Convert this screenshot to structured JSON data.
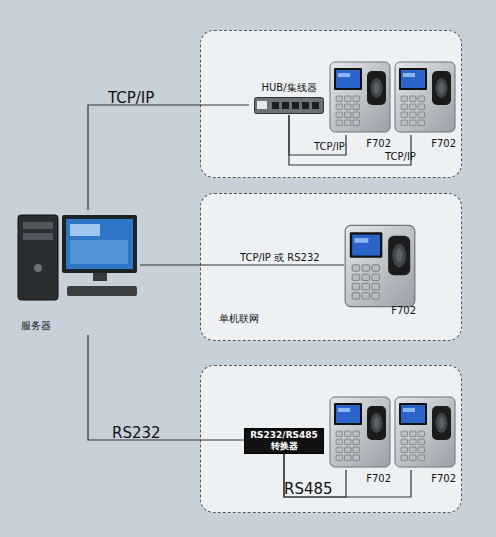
{
  "diagram": {
    "nodes": [
      {
        "text": [
          "服务器"
        ]
      },
      {
        "text": []
      },
      {
        "text": [
          "HUB/集线器"
        ],
        "in": 1
      },
      {
        "text": [
          "F702"
        ],
        "in": 1
      },
      {
        "text": [
          "F702"
        ],
        "in": 1
      },
      {
        "text": [
          "单机联网"
        ]
      },
      {
        "text": [
          "F702"
        ],
        "in": 5
      },
      {
        "text": []
      },
      {
        "text": [
          "RS232/RS485 转换器"
        ],
        "in": 7
      },
      {
        "text": [
          "F702"
        ],
        "in": 7
      },
      {
        "text": [
          "F702"
        ],
        "in": 7
      }
    ],
    "edges": [
      {
        "from": 0,
        "to": 2,
        "label": "TCP/IP",
        "arrow": "none"
      },
      {
        "from": 2,
        "to": 3,
        "label": "TCP/IP",
        "arrow": "none"
      },
      {
        "from": 2,
        "to": 4,
        "label": "TCP/IP",
        "arrow": "none"
      },
      {
        "from": 0,
        "to": 6,
        "label": "TCP/IP 或 RS232",
        "arrow": "none"
      },
      {
        "from": 0,
        "to": 8,
        "label": "RS232",
        "arrow": "none"
      },
      {
        "from": 8,
        "to": 9,
        "label": "RS485",
        "arrow": "none"
      },
      {
        "from": 8,
        "to": 10,
        "arrow": "none"
      }
    ]
  }
}
